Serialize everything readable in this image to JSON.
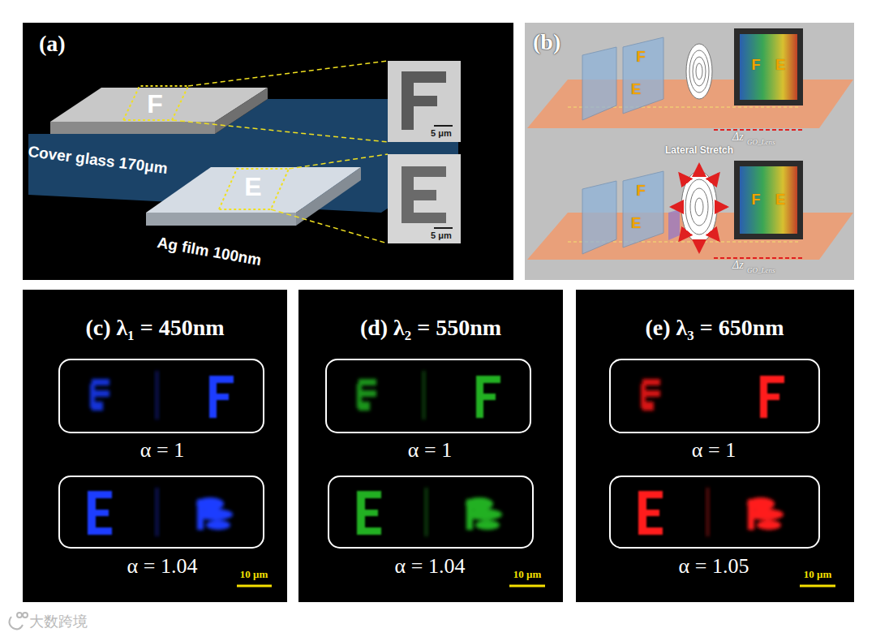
{
  "diagram": {
    "nodes": [
      {
        "text": [
          "(a)",
          "F",
          "E",
          "Cover glass 170μm",
          "Ag film 100nm",
          "5 μm",
          "5 μm"
        ]
      },
      {
        "text": [
          "(b)",
          "F",
          "E",
          "F",
          "E",
          "Δz",
          "GO_Lens",
          "Lateral Stretch",
          "F",
          "E",
          "F",
          "E",
          "Δz",
          "GO_Lens"
        ]
      },
      {
        "text": [
          "(c) λ₁ = 450nm",
          "α = 1",
          "α = 1.04",
          "10 μm"
        ]
      },
      {
        "text": [
          "(d) λ₂ = 550nm",
          "α = 1",
          "α = 1.04",
          "10 μm"
        ]
      },
      {
        "text": [
          "(e) λ₃ = 650nm",
          "α = 1",
          "α = 1.05",
          "10 μm"
        ]
      }
    ],
    "labels": [
      "大数跨境"
    ]
  }
}
